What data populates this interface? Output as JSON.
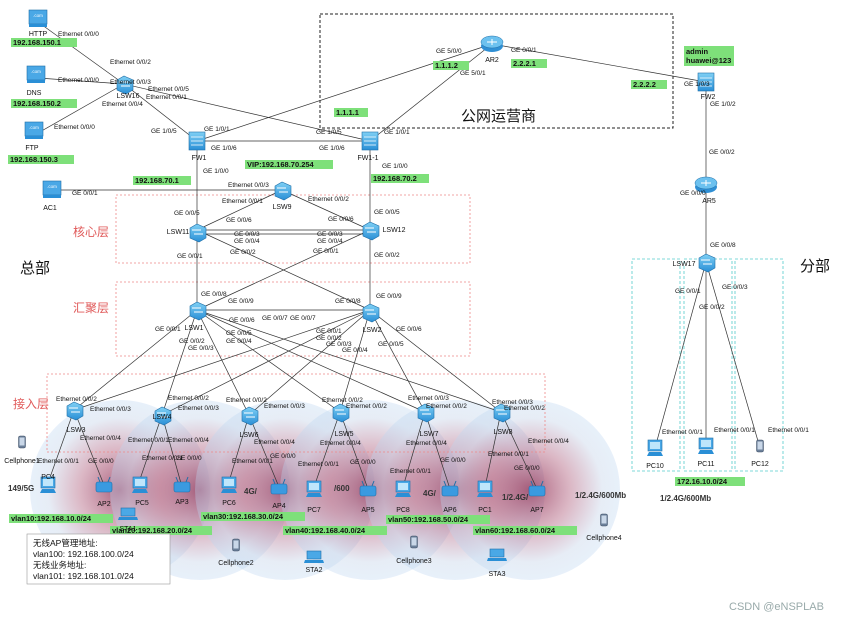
{
  "labels": {
    "public_net": "公网运营商",
    "hq": "总部",
    "branch": "分部",
    "core": "核心层",
    "agg": "汇聚层",
    "access": "接入层",
    "watermark": "CSDN @eNSPLAB"
  },
  "servers": [
    {
      "name": "HTTP",
      "ip": "192.168.150.1"
    },
    {
      "name": "DNS",
      "ip": "192.168.150.2"
    },
    {
      "name": "FTP",
      "ip": "192.168.150.3"
    }
  ],
  "devices": {
    "ar2": "AR2",
    "fw2": "FW2",
    "ar5": "AR5",
    "lsw17": "LSW17",
    "lsw16": "LSW16",
    "fw1": "FW1",
    "fw1_1": "FW1-1",
    "ac1": "AC1",
    "lsw9": "LSW9",
    "lsw11": "LSW11",
    "lsw12": "LSW12",
    "lsw1": "LSW1",
    "lsw2": "LSW2",
    "lsw3": "LSW3",
    "lsw4": "LSW4",
    "lsw5": "LSW5",
    "lsw6": "LSW6",
    "lsw7": "LSW7",
    "lsw8": "LSW8",
    "pc4": "PC4",
    "pc5": "PC5",
    "pc6": "PC6",
    "pc7": "PC7",
    "pc8": "PC8",
    "pc1": "PC1",
    "ap2": "AP2",
    "ap3": "AP3",
    "ap4": "AP4",
    "ap5": "AP5",
    "ap6": "AP6",
    "ap7": "AP7",
    "pc10": "PC10",
    "pc11": "PC11",
    "pc12": "PC12",
    "cellphone1": "Cellphone1",
    "cellphone2": "Cellphone2",
    "cellphone3": "Cellphone3",
    "cellphone4": "Cellphone4",
    "sta1": "STA1",
    "sta2": "STA2",
    "sta3": "STA3"
  },
  "ips": {
    "ar2_left": "1.1.1.2",
    "ar2_right": "2.2.2.1",
    "fw2_ip": "2.2.2.2",
    "fw_public": "1.1.1.1",
    "fw1_inside": "192.168.70.1",
    "vip": "VIP:192.168.70.254",
    "fw1_1_inside": "192.168.70.2",
    "fw2_creds": "admin\nhuawei@123",
    "branch_net": "172.16.10.0/24"
  },
  "vlans": [
    "vlan10:192.168.10.0/24",
    "vlan20:192.168.20.0/24",
    "vlan30:192.168.30.0/24",
    "vlan40:192.168.40.0/24",
    "vlan50:192.168.50.0/24",
    "vlan60:192.168.60.0/24"
  ],
  "wireless_note": {
    "line1": "无线AP管理地址:",
    "line2": "vlan100: 192.168.100.0/24",
    "line3": "无线业务地址:",
    "line4": "vlan101: 192.168.101.0/24"
  },
  "wifi_rate": "1/2.4G/600Mb",
  "wifi_rate_partial_left": "149/5G",
  "wifi_rate_partial_mid": "4G/",
  "wifi_rate_partial_mid2": "/600",
  "wifi_rate_partial_mid3": "4G/",
  "wifi_rate_partial_right": "1/2.4G/",
  "ports": {
    "http_e": "Ethernet 0/0/0",
    "dns_e": "Ethernet 0/0/0",
    "ftp_e": "Ethernet 0/0/0",
    "lsw16_e2": "Ethernet 0/0/2",
    "lsw16_e3": "Ethernet 0/0/3",
    "lsw16_e4": "Ethernet 0/0/4",
    "lsw16_e5": "Ethernet 0/0/5",
    "lsw16_e1": "Ethernet 0/0/1",
    "ar2_g50": "GE 5/0/0",
    "ar2_g51": "GE 5/0/1",
    "ar2_g001": "GE 0/0/1",
    "fw2_g103": "GE 1/0/3",
    "fw2_g102": "GE 1/0/2",
    "fw1_g105": "GE 1/0/5",
    "fw1_g101": "GE 1/0/1",
    "fw1_g106": "GE 1/0/6",
    "fw1_g100": "GE 1/0/0",
    "fw11_g105": "GE 1/0/5",
    "fw11_g101": "GE 1/0/1",
    "fw11_g106": "GE 1/0/6",
    "fw11_g100": "GE 1/0/0",
    "ac1_g001": "GE 0/0/1",
    "lsw9_e3": "Ethernet 0/0/3",
    "lsw9_e1": "Ethernet 0/0/1",
    "lsw9_e2": "Ethernet 0/0/2",
    "lsw11_g5": "GE 0/0/5",
    "lsw11_g6": "GE 0/0/6",
    "lsw11_g3": "GE 0/0/3",
    "lsw11_g4": "GE 0/0/4",
    "lsw11_g2": "GE 0/0/2",
    "lsw11_g1": "GE 0/0/1",
    "lsw12_g5": "GE 0/0/5",
    "lsw12_g6": "GE 0/0/6",
    "lsw12_g3": "GE 0/0/3",
    "lsw12_g4": "GE 0/0/4",
    "lsw12_g1": "GE 0/0/1",
    "lsw12_g2": "GE 0/0/2",
    "lsw1_g8": "GE 0/0/8",
    "lsw1_g9": "GE 0/0/9",
    "lsw1_g1": "GE 0/0/1",
    "lsw1_g2": "GE 0/0/2",
    "lsw1_g3": "GE 0/0/3",
    "lsw1_g4": "GE 0/0/4",
    "lsw1_g5": "GE 0/0/5",
    "lsw1_g6": "GE 0/0/6",
    "lsw1_g7": "GE 0/0/7",
    "lsw2_g8": "GE 0/0/8",
    "lsw2_g9": "GE 0/0/9",
    "lsw2_g7": "GE 0/0/7",
    "lsw2_g1": "GE 0/0/1",
    "lsw2_g2": "GE 0/0/2",
    "lsw2_g3": "GE 0/0/3",
    "lsw2_g4": "GE 0/0/4",
    "lsw2_g5": "GE 0/0/5",
    "lsw2_g6": "GE 0/0/6",
    "ar5_g002": "GE 0/0/2",
    "ar5_g000": "GE 0/0/0",
    "lsw17_g8": "GE 0/0/8",
    "lsw17_g1": "GE 0/0/1",
    "lsw17_g2": "GE 0/0/2",
    "lsw17_g3": "GE 0/0/3",
    "pc10_e": "Ethernet 0/0/1",
    "pc11_e": "Ethernet 0/0/1",
    "pc12_e": "Ethernet 0/0/1",
    "acc_e1": "Ethernet 0/0/1",
    "acc_e2": "Ethernet 0/0/2",
    "acc_e3": "Ethernet 0/0/3",
    "acc_e4": "Ethernet 0/0/4",
    "acc_g0": "GE 0/0/0"
  }
}
